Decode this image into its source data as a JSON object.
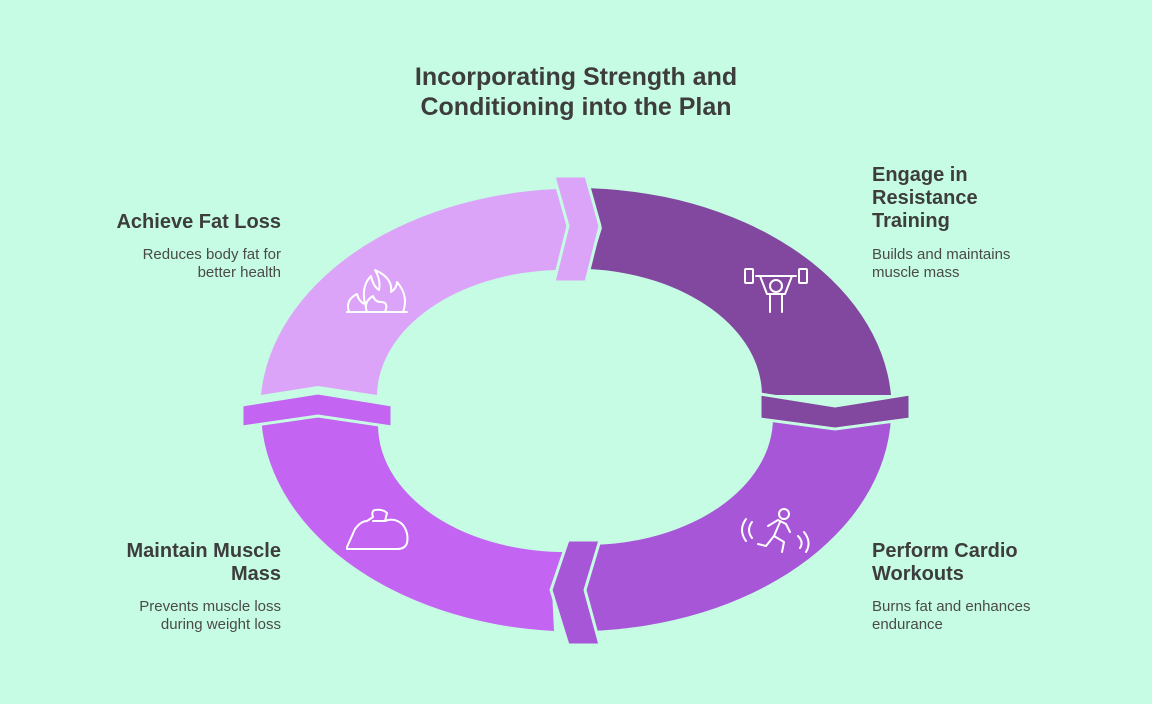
{
  "title": {
    "line1": "Incorporating Strength and",
    "line2": "Conditioning into the Plan"
  },
  "steps": [
    {
      "heading_lines": [
        "Engage in",
        "Resistance",
        "Training"
      ],
      "desc_lines": [
        "Builds and maintains",
        "muscle mass"
      ],
      "icon": "weightlifter-icon",
      "color": "#82479e"
    },
    {
      "heading_lines": [
        "Perform Cardio",
        "Workouts"
      ],
      "desc_lines": [
        "Burns fat and enhances",
        "endurance"
      ],
      "icon": "runner-icon",
      "color": "#a856d8"
    },
    {
      "heading_lines": [
        "Maintain Muscle",
        "Mass"
      ],
      "desc_lines": [
        "Prevents muscle loss",
        "during weight loss"
      ],
      "icon": "flexed-arm-icon",
      "color": "#c364f2"
    },
    {
      "heading_lines": [
        "Achieve Fat Loss"
      ],
      "desc_lines": [
        "Reduces body fat for",
        "better health"
      ],
      "icon": "flame-icon",
      "color": "#dca4f8"
    }
  ]
}
